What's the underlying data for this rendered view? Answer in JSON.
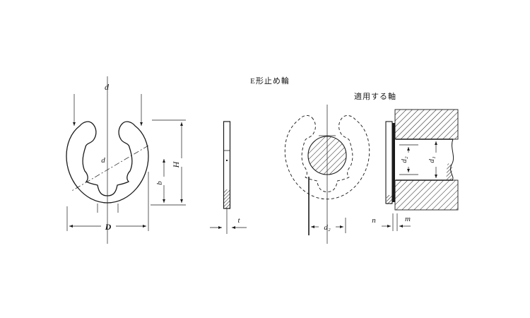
{
  "figure": {
    "caption_ring": "E形止め輪",
    "caption_shaft": "適用する軸",
    "front_view": {
      "dim_top": "d",
      "dim_center": "d",
      "dim_bottom": "D",
      "dim_height": "H",
      "dim_inner_height": "b"
    },
    "side_view": {
      "dim_thickness": "t"
    },
    "application_front": {
      "dim_groove_dia": "d₂"
    },
    "application_section": {
      "dim_groove_dia": "d₂",
      "dim_shaft_dia": "d₁",
      "dim_edge_distance": "n",
      "dim_groove_width": "m"
    }
  },
  "colors": {
    "line": "#1a1a1a",
    "background": "#ffffff"
  }
}
